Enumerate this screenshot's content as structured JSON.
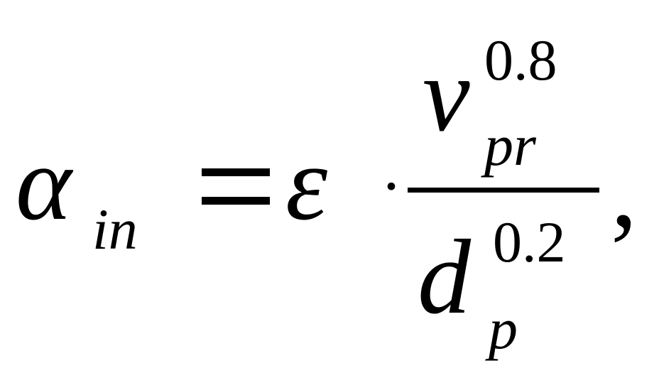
{
  "formula": {
    "lhs": {
      "symbol": "α",
      "subscript": "in"
    },
    "equals": "=",
    "coefficient": "ε",
    "multiply": "·",
    "fraction": {
      "numerator": {
        "base": "v",
        "superscript": "0.8",
        "subscript": "pr"
      },
      "denominator": {
        "base": "d",
        "superscript": "0.2",
        "subscript": "p"
      }
    },
    "trailing_punctuation": ","
  },
  "colors": {
    "ink": "#000000",
    "background": "#ffffff"
  }
}
